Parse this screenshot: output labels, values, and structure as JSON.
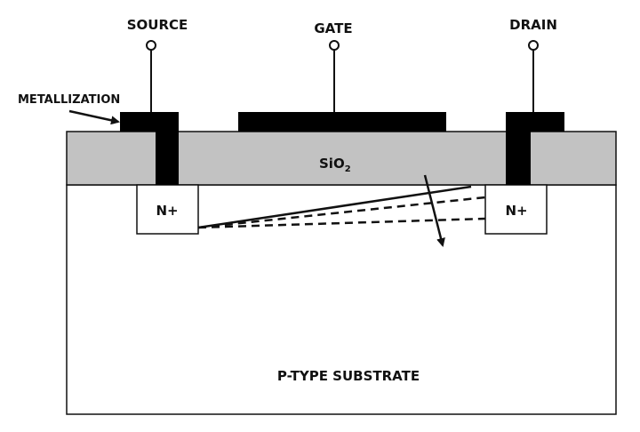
{
  "terminals": {
    "source": "SOURCE",
    "gate": "GATE",
    "drain": "DRAIN"
  },
  "labels": {
    "metallization": "METALLIZATION",
    "oxide_main": "SiO",
    "oxide_subscript": "2",
    "n_plus_left": "N+",
    "n_plus_right": "N+",
    "substrate": "P-TYPE SUBSTRATE"
  },
  "colors": {
    "oxide": "#c2c2c2",
    "metal": "#000000",
    "outline": "#111111",
    "background": "#ffffff"
  }
}
